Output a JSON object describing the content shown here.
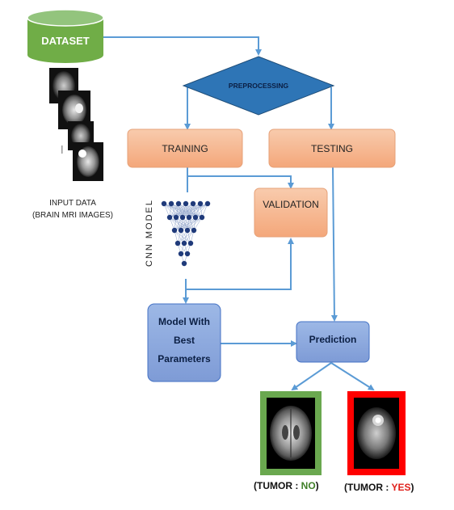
{
  "nodes": {
    "dataset": "DATASET",
    "preprocessing": "PREPROCESSING",
    "training": "TRAINING",
    "testing": "TESTING",
    "validation": "VALIDATION",
    "cnn_model": "CNN MODEL",
    "best_model": [
      "Model With",
      "Best",
      "Parameters"
    ],
    "prediction": "Prediction"
  },
  "input_data": {
    "line1": "INPUT DATA",
    "line2": "(BRAIN MRI IMAGES)"
  },
  "results": {
    "no": {
      "prefix": "(TUMOR : ",
      "value": "NO",
      "suffix": ")",
      "value_color": "#3f7f28",
      "frame_color": "#6aa84f"
    },
    "yes": {
      "prefix": "(TUMOR : ",
      "value": "YES",
      "suffix": ")",
      "value_color": "#e0201b",
      "frame_color": "#ff0000"
    }
  },
  "colors": {
    "dataset_fill": "#70ad47",
    "preprocessing_fill": "#2e75b6",
    "train_fill": "#f4b183",
    "model_fill": "#8faadc",
    "arrow": "#5b9bd5",
    "neuron": "#1f3a7a"
  }
}
